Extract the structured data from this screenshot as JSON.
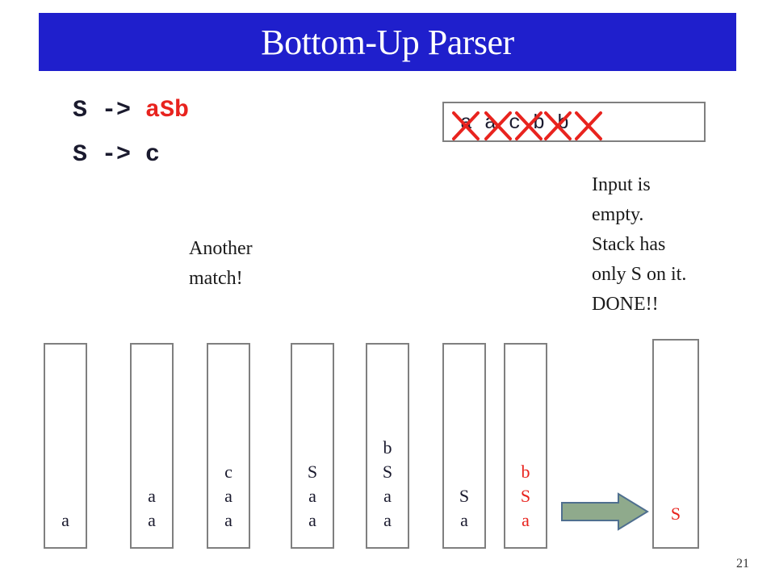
{
  "title": "Bottom-Up Parser",
  "grammar": [
    {
      "lhs": "S -> ",
      "rhs_plain": "",
      "rhs_red": "aSb"
    },
    {
      "lhs": "S -> ",
      "rhs_plain": "c",
      "rhs_red": ""
    }
  ],
  "input": {
    "tokens": "a a c b b",
    "consumed_count": 5,
    "cross_color": "#e8231e"
  },
  "notes": {
    "another_match": [
      "Another",
      "match!"
    ],
    "done": [
      "Input is",
      "empty.",
      "Stack has",
      "only S on it.",
      "DONE!!"
    ]
  },
  "stacks": [
    {
      "entries": [
        "a"
      ]
    },
    {
      "entries": [
        "a",
        "a"
      ]
    },
    {
      "entries": [
        "c",
        "a",
        "a"
      ]
    },
    {
      "entries": [
        "S",
        "a",
        "a"
      ]
    },
    {
      "entries": [
        "b",
        "S",
        "a",
        "a"
      ]
    },
    {
      "entries": [
        "S",
        "a"
      ]
    },
    {
      "entries": [
        "b",
        "S",
        "a"
      ],
      "highlight": true
    },
    {
      "entries": [
        "S"
      ],
      "final": true
    }
  ],
  "colors": {
    "title_bg": "#1f1fcc",
    "highlight": "#e8231e",
    "arrow_fill": "#8faa8c",
    "arrow_stroke": "#4f6f8f"
  },
  "page_number": "21"
}
